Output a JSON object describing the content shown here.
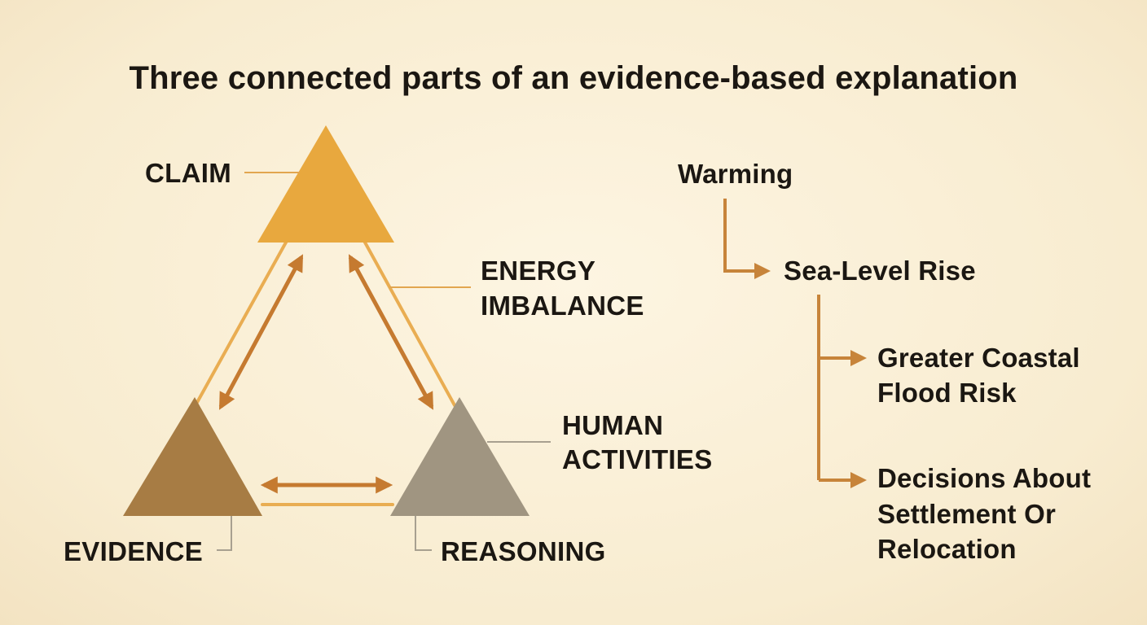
{
  "title": "Three connected parts of an evidence-based explanation",
  "triangle": {
    "claim": {
      "label": "CLAIM",
      "color": "#e8a83e"
    },
    "evidence": {
      "label": "EVIDENCE",
      "color": "#a77c44"
    },
    "reasoning": {
      "label": "REASONING",
      "color": "#a09581"
    },
    "side_labels": {
      "energy": [
        "ENERGY",
        "IMBALANCE"
      ],
      "human": [
        "HUMAN",
        "ACTIVITIES"
      ]
    },
    "frame_color": "#e9ad52",
    "arrow_color": "#c57a30",
    "leader_color": "#e2a64f"
  },
  "flow": {
    "steps": [
      {
        "lines": [
          "Warming"
        ]
      },
      {
        "lines": [
          "Sea-Level Rise"
        ]
      },
      {
        "lines": [
          "Greater Coastal",
          "Flood Risk"
        ]
      },
      {
        "lines": [
          "Decisions About",
          "Settlement Or",
          "Relocation"
        ]
      }
    ],
    "connector_color": "#c7843a"
  }
}
